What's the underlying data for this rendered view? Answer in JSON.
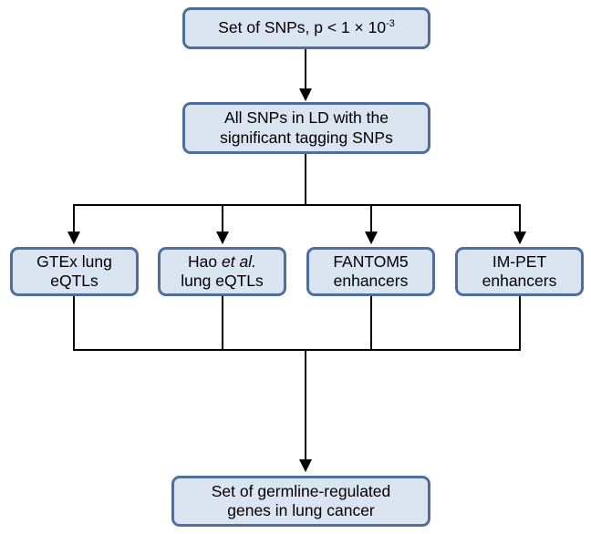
{
  "diagram": {
    "type": "flowchart",
    "colors": {
      "box_fill": "#dbe5f1",
      "box_border": "#4e6f9e",
      "connector": "#000000"
    },
    "top_box": {
      "text_main": "Set of SNPs, p < 1 × 10",
      "exponent": "-3"
    },
    "ld_box": {
      "line1": "All SNPs in LD with the",
      "line2": "significant tagging SNPs"
    },
    "source_boxes": [
      {
        "line1": "GTEx lung",
        "line2": "eQTLs"
      },
      {
        "line1_prefix": "Hao ",
        "line1_italic": "et al.",
        "line2": "lung eQTLs"
      },
      {
        "line1": "FANTOM5",
        "line2": "enhancers"
      },
      {
        "line1": "IM-PET",
        "line2": "enhancers"
      }
    ],
    "result_box": {
      "line1": "Set of germline-regulated",
      "line2": "genes in lung cancer"
    }
  }
}
